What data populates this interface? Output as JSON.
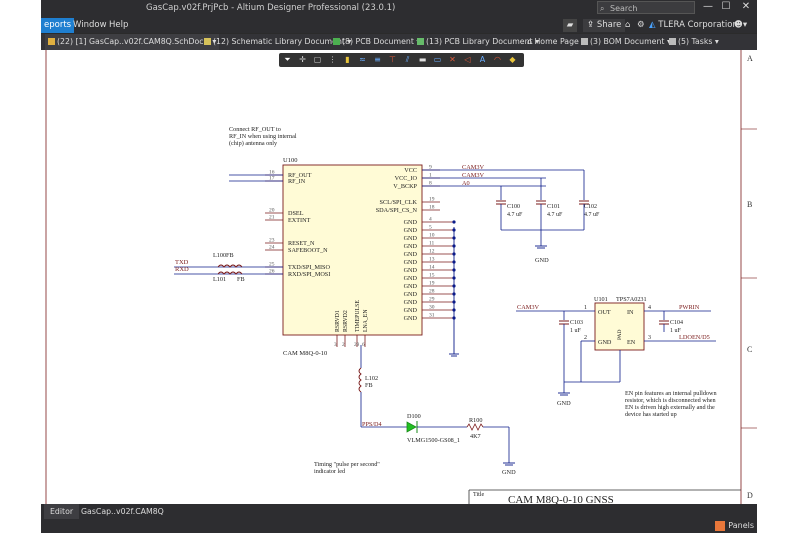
{
  "window": {
    "title": "GasCap.v02f.PrjPcb - Altium Designer Professional (23.0.1)",
    "search_placeholder": "Search",
    "minimize_glyph": "—",
    "maximize_glyph": "☐",
    "close_glyph": "✕"
  },
  "menu": {
    "items": [
      "eports",
      "Window",
      "Help"
    ],
    "share_label": "Share",
    "org_label": "TLERA Corporation"
  },
  "doc_tabs": [
    "(22) [1] GasCap..v02f.CAM8Q.SchDoc *",
    "(12) Schematic Library Document",
    "(8) PCB Document",
    "(13) PCB Library Document",
    "Home Page",
    "(3) BOM Document",
    "(5) Tasks"
  ],
  "schematic": {
    "border_letters": [
      "A",
      "B",
      "C",
      "D"
    ],
    "note_antenna": [
      "Connect RF_OUT to",
      "RF_IN when using internal",
      "(chip) antenna only"
    ],
    "u100": {
      "designator": "U100",
      "part": "CAM M8Q-0-10",
      "left_pins": [
        {
          "num": "16",
          "name": "RF_OUT"
        },
        {
          "num": "17",
          "name": "RF_IN"
        },
        {
          "num": "20",
          "name": "DSEL"
        },
        {
          "num": "21",
          "name": "EXTINT"
        },
        {
          "num": "23",
          "name": "RESET_N"
        },
        {
          "num": "24",
          "name": "SAFEBOOT_N"
        },
        {
          "num": "25",
          "name": "TXD/SPI_MISO"
        },
        {
          "num": "26",
          "name": "RXD/SPI_MOSI"
        }
      ],
      "right_pins": [
        {
          "num": "9",
          "name": "VCC"
        },
        {
          "num": "1",
          "name": "VCC_IO"
        },
        {
          "num": "8",
          "name": "V_BCKP"
        },
        {
          "num": "19",
          "name": "SCL/SPI_CLK"
        },
        {
          "num": "18",
          "name": "SDA/SPI_CS_N"
        },
        {
          "num": "4",
          "name": "GND"
        },
        {
          "num": "5",
          "name": "GND"
        },
        {
          "num": "10",
          "name": "GND"
        },
        {
          "num": "11",
          "name": "GND"
        },
        {
          "num": "12",
          "name": "GND"
        },
        {
          "num": "13",
          "name": "GND"
        },
        {
          "num": "14",
          "name": "GND"
        },
        {
          "num": "15",
          "name": "GND"
        },
        {
          "num": "19",
          "name": "GND"
        },
        {
          "num": "28",
          "name": "GND"
        },
        {
          "num": "29",
          "name": "GND"
        },
        {
          "num": "30",
          "name": "GND"
        },
        {
          "num": "31",
          "name": "GND"
        }
      ],
      "bottom_pins": [
        {
          "num": "3",
          "name": "RSRVD1"
        },
        {
          "num": "2",
          "name": "RSRVD2"
        },
        {
          "num": "29",
          "name": "TIMEPULSE"
        },
        {
          "num": "6",
          "name": "LNA_EN"
        }
      ]
    },
    "nets": {
      "cam3v": "CAM3V",
      "cam3v_2": "CAM3V",
      "a0": "A0",
      "txd": "TXD",
      "rxd": "RXD",
      "cam3v_u101": "CAM3V",
      "pwrin": "PWRIN",
      "ldoen": "LDOEN/D5",
      "pps": "PPS/D4",
      "gnd": "GND"
    },
    "caps": [
      {
        "ref": "C100",
        "val": "4.7 uF"
      },
      {
        "ref": "C101",
        "val": "4.7 uF"
      },
      {
        "ref": "C102",
        "val": "4.7 uF"
      }
    ],
    "l100": {
      "ref": "L100FB"
    },
    "l101": {
      "ref": "L101",
      "val": "FB"
    },
    "l102": {
      "ref": "L102",
      "val": "FB"
    },
    "d100": {
      "ref": "D100",
      "part": "VLMG1500-GS08_1"
    },
    "r100": {
      "ref": "R100",
      "val": "4K7"
    },
    "u101": {
      "ref": "U101",
      "part": "TPS7A0231",
      "pin1": "1",
      "pin2": "2",
      "pin3": "3",
      "pin4": "4",
      "out": "OUT",
      "in": "IN",
      "gnd": "GND",
      "en": "EN",
      "pad": "PAD"
    },
    "c103": {
      "ref": "C103",
      "val": "1 uF"
    },
    "c104": {
      "ref": "C104",
      "val": "1 uF"
    },
    "note_en": [
      "EN pin features an internal pulldown",
      "resistor, which is disconnected when",
      "EN is driven high externally and the",
      "device has started up"
    ],
    "note_timing": [
      "Timing \"pulse per second\"",
      "indicator led"
    ],
    "title_block": {
      "label": "Title",
      "title": "CAM M8Q-0-10 GNSS"
    }
  },
  "bottom": {
    "editor_label": "Editor",
    "doc_path": "GasCap..v02f.CAM8Q"
  },
  "status": {
    "panels_label": "Panels"
  }
}
